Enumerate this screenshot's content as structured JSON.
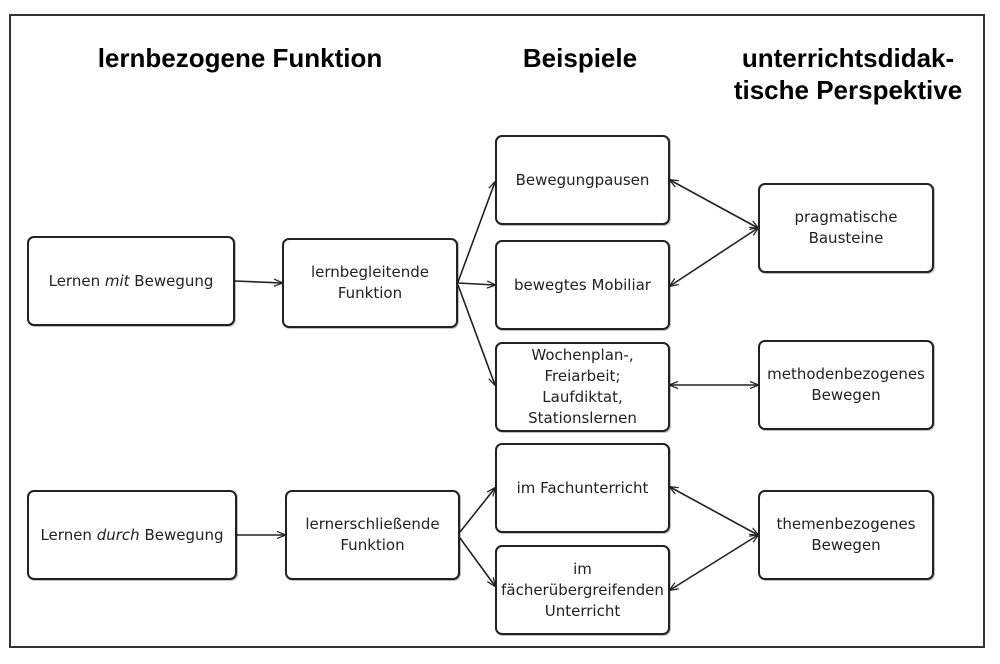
{
  "headings": {
    "function": "lernbezogene Funktion",
    "examples": "Beispiele",
    "perspective_lines": [
      "unterrichtsdidak-",
      "tische",
      "Perspektive"
    ]
  },
  "nodes": {
    "mit": {
      "before": "Lernen ",
      "em": "mit",
      "after": " Bewegung"
    },
    "durch": {
      "before": "Lernen ",
      "em": "durch",
      "after": " Bewegung"
    },
    "lernbegleitend": [
      "lernbegleitende",
      "Funktion"
    ],
    "lernerschliessend": [
      "lernerschließende",
      "Funktion"
    ],
    "bewegungspausen": [
      "Bewegungpausen"
    ],
    "mobiliar": [
      "bewegtes Mobiliar"
    ],
    "wochenplan": [
      "Wochenplan-,",
      "Freiarbeit; Laufdiktat,",
      "Stationslernen"
    ],
    "fachunterricht": [
      "im Fachunterricht"
    ],
    "faecheruebergreifend": [
      "im",
      "fächerübergreifenden",
      "Unterricht"
    ],
    "pragmatisch": [
      "pragmatische",
      "Bausteine"
    ],
    "methodenbezogen": [
      "methodenbezogenes",
      "Bewegen"
    ],
    "themenbezogen": [
      "themenbezogenes",
      "Bewegen"
    ]
  },
  "colors": {
    "border": "#222222",
    "arrow": "#222222",
    "text": "#222222"
  }
}
